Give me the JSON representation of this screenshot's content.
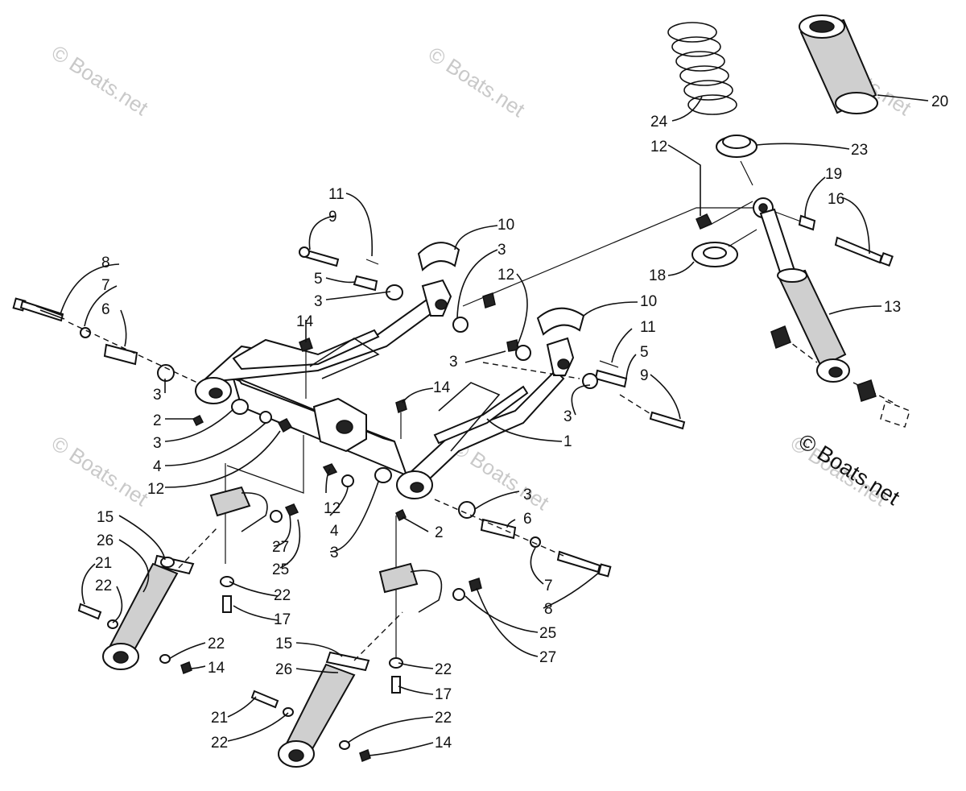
{
  "watermarks": [
    "© Boats.net",
    "© Boats.net",
    "© Boats.net",
    "© Boats.net",
    "© Boats.net",
    "© Boats.net"
  ],
  "copyright": "© Boats.net",
  "callouts": {
    "c1": "1",
    "c2a": "2",
    "c2b": "2",
    "c3a": "3",
    "c3b": "3",
    "c3c": "3",
    "c3d": "3",
    "c3e": "3",
    "c3f": "3",
    "c3g": "3",
    "c3h": "3",
    "c4a": "4",
    "c4b": "4",
    "c5a": "5",
    "c5b": "5",
    "c6a": "6",
    "c6b": "6",
    "c7a": "7",
    "c7b": "7",
    "c8a": "8",
    "c8b": "8",
    "c9a": "9",
    "c9b": "9",
    "c10a": "10",
    "c10b": "10",
    "c11a": "11",
    "c11b": "11",
    "c12a": "12",
    "c12b": "12",
    "c12c": "12",
    "c12d": "12",
    "c13": "13",
    "c14a": "14",
    "c14b": "14",
    "c14c": "14",
    "c14d": "14",
    "c15a": "15",
    "c15b": "15",
    "c16": "16",
    "c17a": "17",
    "c17b": "17",
    "c18": "18",
    "c19": "19",
    "c20": "20",
    "c21a": "21",
    "c21b": "21",
    "c22a": "22",
    "c22b": "22",
    "c22c": "22",
    "c22d": "22",
    "c22e": "22",
    "c22f": "22",
    "c23": "23",
    "c24": "24",
    "c25a": "25",
    "c25b": "25",
    "c26a": "26",
    "c26b": "26",
    "c27a": "27",
    "c27b": "27"
  }
}
